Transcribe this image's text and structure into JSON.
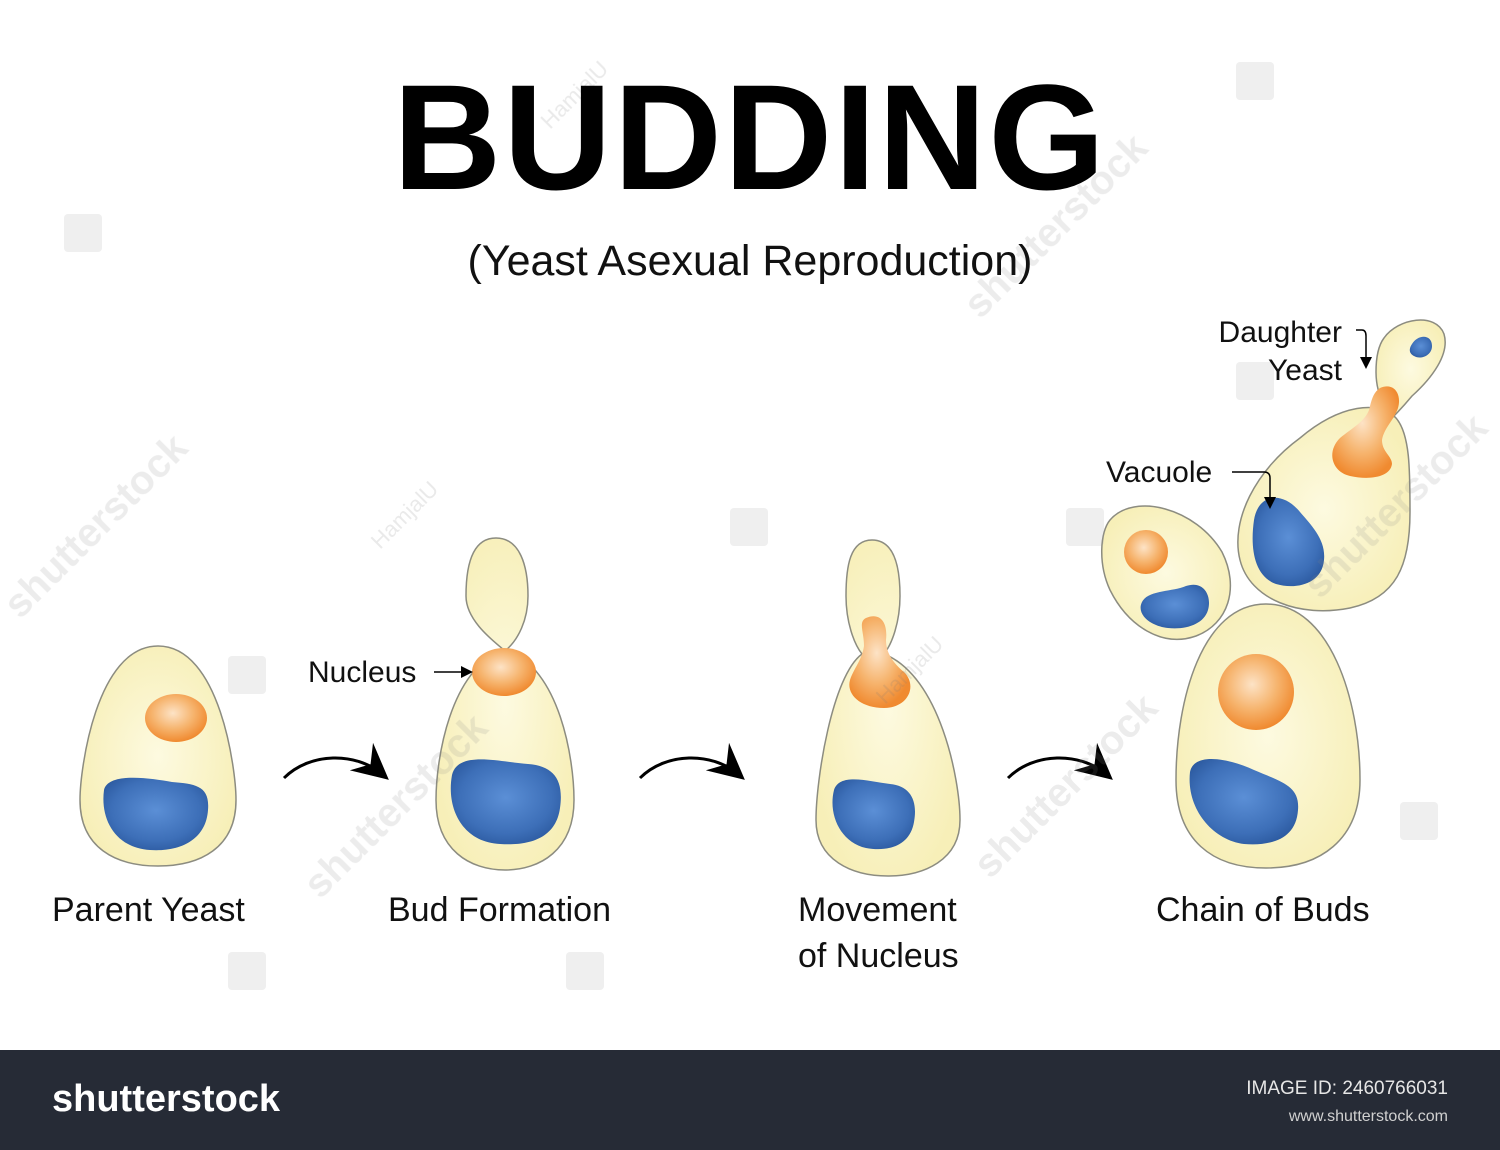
{
  "title": "BUDDING",
  "subtitle": "(Yeast Asexual Reproduction)",
  "stages": [
    {
      "label": "Parent Yeast"
    },
    {
      "label": "Bud Formation"
    },
    {
      "label_line1": "Movement",
      "label_line2": "of Nucleus"
    },
    {
      "label": "Chain of Buds"
    }
  ],
  "callouts": {
    "nucleus": "Nucleus",
    "vacuole": "Vacuole",
    "daughter_line1": "Daughter",
    "daughter_line2": "Yeast"
  },
  "watermarks": {
    "brand": "shutterstock",
    "author": "HamjalU"
  },
  "footer": {
    "brand": "shutterstock",
    "image_id": "IMAGE ID: 2460766031",
    "site": "www.shutterstock.com"
  },
  "colors": {
    "cell_fill": "#fbf6c8",
    "cell_outline": "#8c8c80",
    "nucleus": "#f4a95a",
    "vacuole": "#3d6fb8",
    "footer_bg": "#262b36"
  }
}
